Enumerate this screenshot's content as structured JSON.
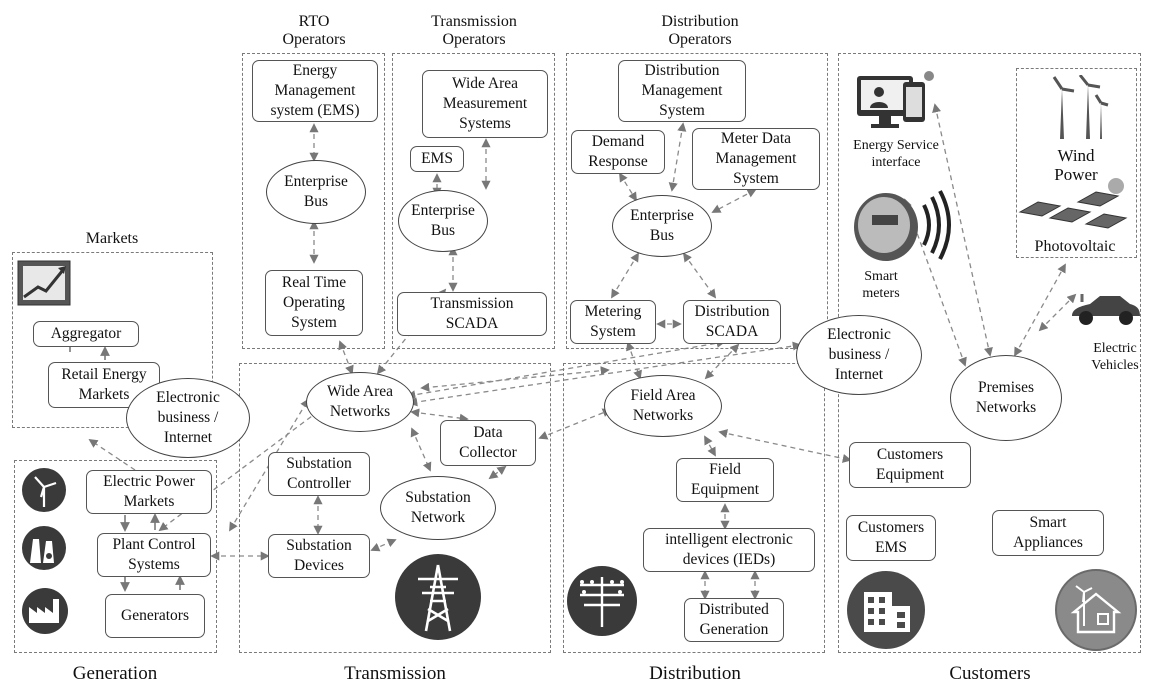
{
  "sections": {
    "generation": "Generation",
    "transmission": "Transmission",
    "distribution": "Distribution",
    "customers": "Customers"
  },
  "zone_titles": {
    "markets": "Markets",
    "rto": "RTO\nOperators",
    "transmission_ops": "Transmission\nOperators",
    "distribution_ops": "Distribution\nOperators"
  },
  "boxes": {
    "ems_rto": "Energy\nManagement\nsystem (EMS)",
    "rtos": "Real Time\nOperating\nSystem",
    "wams": "Wide Area\nMeasurement\nSystems",
    "ems_t": "EMS",
    "t_scada": "Transmission\nSCADA",
    "dms": "Distribution\nManagement\nSystem",
    "demand": "Demand\nResponse",
    "mdms": "Meter Data\nManagement\nSystem",
    "metering": "Metering\nSystem",
    "d_scada": "Distribution\nSCADA",
    "aggregator": "Aggregator",
    "retail": "Retail Energy\nMarkets",
    "ep_markets": "Electric Power\nMarkets",
    "plant_ctrl": "Plant Control\nSystems",
    "generators": "Generators",
    "sub_ctrl": "Substation\nController",
    "sub_dev": "Substation\nDevices",
    "data_coll": "Data\nCollector",
    "field_eq": "Field\nEquipment",
    "ieds": "intelligent electronic\ndevices (IEDs)",
    "dist_gen": "Distributed\nGeneration",
    "cust_equip": "Customers\nEquipment",
    "cust_ems": "Customers\nEMS",
    "smart_app": "Smart\nAppliances"
  },
  "clouds": {
    "bus_rto": "Enterprise\nBus",
    "bus_t": "Enterprise\nBus",
    "bus_d": "Enterprise\nBus",
    "ebiz_left": "Electronic\nbusiness /\nInternet",
    "ebiz_right": "Electronic\nbusiness /\nInternet",
    "wan": "Wide Area\nNetworks",
    "sub_net": "Substation\nNetwork",
    "fan": "Field Area\nNetworks",
    "premises": "Premises\nNetworks"
  },
  "labels": {
    "esi": "Energy Service\ninterface",
    "smart_meters": "Smart\nmeters",
    "wind": "Wind\nPower",
    "pv": "Photovoltaic",
    "ev": "Electric\nVehicles"
  },
  "icons": [
    "chart-icon",
    "wind-turbine-icon",
    "power-plant-icon",
    "factory-icon",
    "transmission-tower-icon",
    "distribution-pole-icon",
    "building-icon",
    "smart-home-icon",
    "monitor-phone-icon",
    "smart-meter-icon",
    "wind-turbines-icon",
    "solar-panels-icon",
    "electric-car-icon"
  ],
  "colors": {
    "line": "#8a8a8a",
    "icon_dark": "#3a3a3a",
    "border": "#555555"
  }
}
